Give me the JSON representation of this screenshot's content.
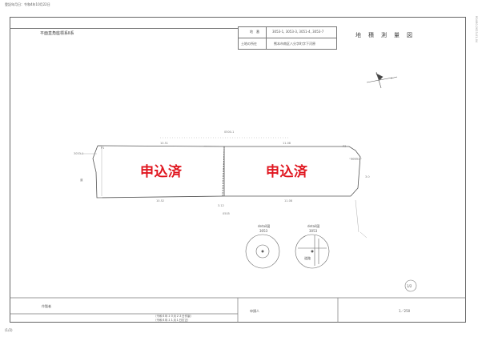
{
  "header": {
    "date_line": "登記年月日：令和4年10月22日",
    "right_vertical": "R04R0-2623-01-04",
    "bottom_left": "(1/2)"
  },
  "sheet": {
    "coord_system": "平面直角座標系Ⅱ系",
    "lot_label": "地　番",
    "lot_numbers": "3053-1, 3053-3, 3051-4, 3053-7",
    "location_label": "土地の所在",
    "location_value": "熊本市南区八分字町字下河原",
    "title": "地　積　測　量　図",
    "page_circle": "1/2",
    "maker_label": "作製者",
    "applicant_label": "申請人",
    "scale": "1／250",
    "footer_note_1": "（令和４年１０月２２日作製）",
    "footer_note_2": "（令和４年１１月１日訂正）"
  },
  "stamps": {
    "left": "申込済",
    "right": "申込済"
  },
  "details": {
    "detail_a_title": "detail図",
    "detail_a_sub": "3053",
    "detail_b_title": "detail図",
    "detail_b_sub": "3053",
    "road_label": "道路"
  }
}
